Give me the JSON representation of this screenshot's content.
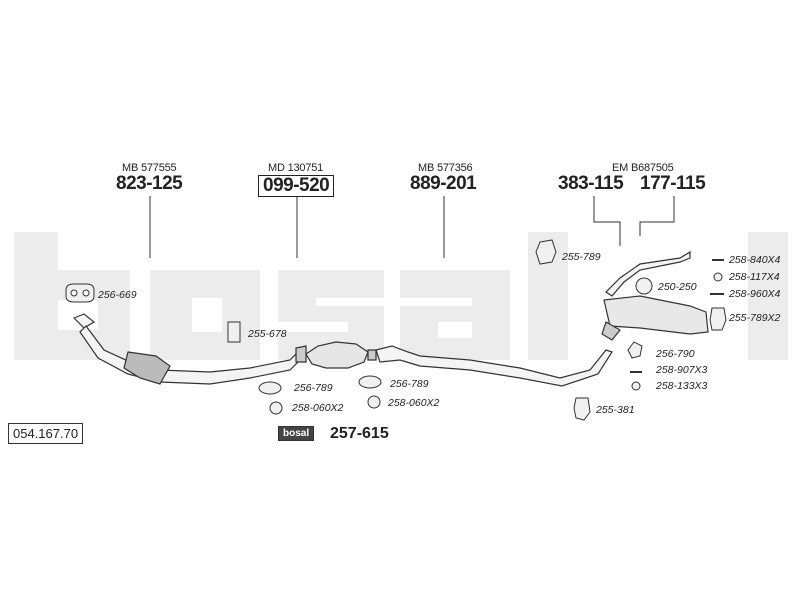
{
  "brand": "bosal",
  "reference": "054.167.70",
  "groups": [
    {
      "oe": "MB 577555",
      "part": "823-125"
    },
    {
      "oe": "MD 130751",
      "part": "099-520"
    },
    {
      "oe": "MB 577356",
      "part": "889-201"
    },
    {
      "oe": "EM B687505",
      "part_a": "383-115",
      "part_b": "177-115"
    }
  ],
  "accessories": [
    "256-669",
    "255-678",
    "256-789",
    "258-060X2",
    "256-789",
    "258-060X2",
    "255-789",
    "250-250",
    "258-840X4",
    "258-117X4",
    "258-960X4",
    "255-789X2",
    "256-790",
    "258-907X3",
    "258-133X3",
    "255-381"
  ],
  "kit": {
    "logo": "bosal",
    "part": "257-615"
  }
}
